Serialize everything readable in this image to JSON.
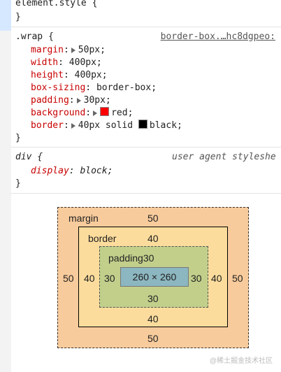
{
  "rules": {
    "element_style": {
      "selector": "element.style {",
      "close": "}"
    },
    "wrap": {
      "selector": ".wrap {",
      "source": "border-box.…hc8dgpeo:",
      "props": [
        {
          "name": "margin",
          "value": "50px"
        },
        {
          "name": "width",
          "value": "400px;"
        },
        {
          "name": "height",
          "value": "400px;"
        },
        {
          "name": "box-sizing",
          "value": "border-box;"
        },
        {
          "name": "padding",
          "value": "30px;"
        },
        {
          "name": "background",
          "value": "red;",
          "swatch": "#ff0000"
        },
        {
          "name": "border",
          "value": "40px solid",
          "swatch": "#000000",
          "value2": "black;"
        }
      ],
      "close": "}"
    },
    "div": {
      "selector": "div {",
      "source": "user agent styleshe",
      "prop": {
        "name": "display",
        "value": "block;"
      },
      "close": "}"
    }
  },
  "box_model": {
    "margin_label": "margin",
    "margin_top": "50",
    "margin_left": "50",
    "margin_right": "50",
    "margin_bottom": "50",
    "border_label": "border",
    "border_top": "40",
    "border_left": "40",
    "border_right": "40",
    "border_bottom": "40",
    "padding_label": "padding30",
    "padding_left": "30",
    "padding_right": "30",
    "padding_bottom": "30",
    "content": "260 × 260"
  },
  "watermark": "@稀土掘金技术社区",
  "colors": {
    "margin": "#f8cb9c",
    "border": "#fcdc9c",
    "padding": "#c2cf8b",
    "content": "#8cb6c0",
    "prop": "#c80000"
  }
}
